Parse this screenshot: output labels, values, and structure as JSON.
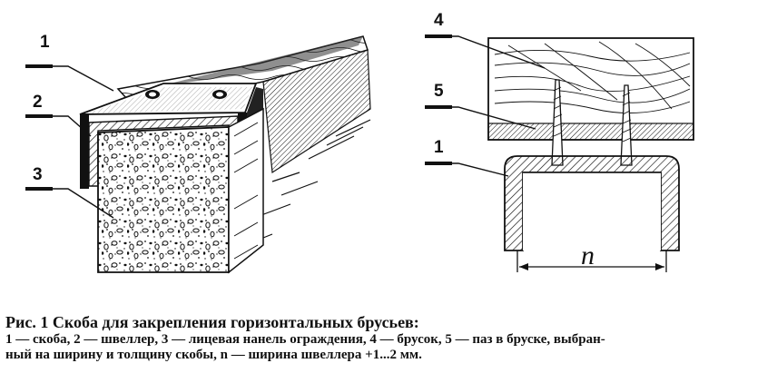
{
  "figure": {
    "labels": {
      "left_1": "1",
      "left_2": "2",
      "left_3": "3",
      "right_4": "4",
      "right_5": "5",
      "right_1": "1",
      "width_n": "n"
    }
  },
  "caption": {
    "title": "Рис. 1 Скоба для закрепления горизонтальных брусьев:",
    "line1": "1 — скоба, 2 — швеллер, 3 — лицевая нанель ограждения, 4 — брусок, 5 — паз в бруске, выбран-",
    "line2": "ный на ширину и толщину скобы, n  — ширина швеллера +1...2 мм."
  }
}
